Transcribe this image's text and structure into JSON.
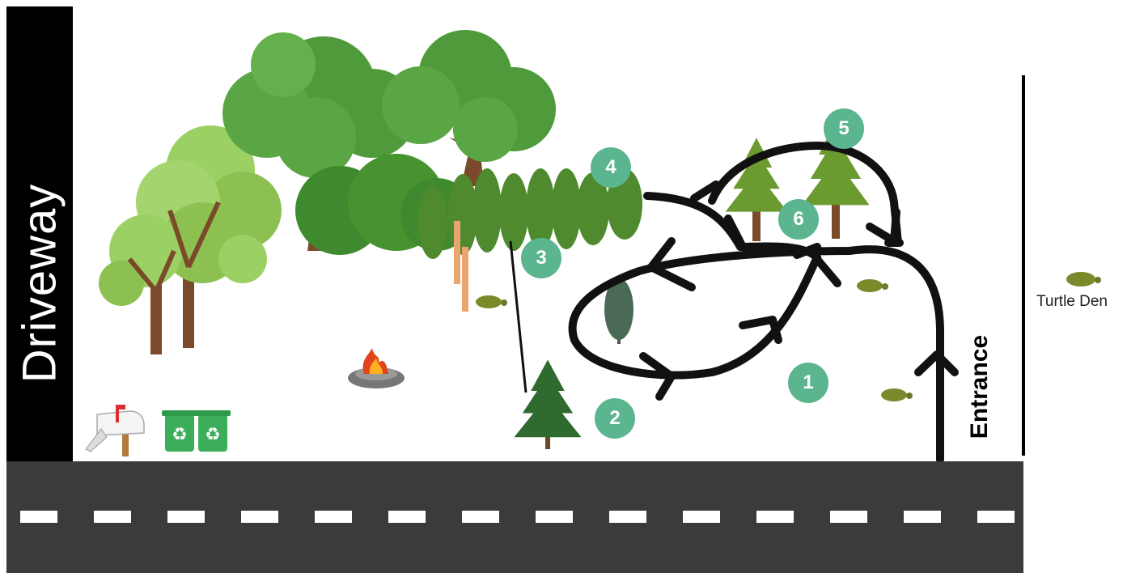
{
  "labels": {
    "driveway": "Driveway",
    "entrance": "Entrance",
    "turtle_den": "Turtle Den"
  },
  "markers": [
    "1",
    "2",
    "3",
    "4",
    "5",
    "6"
  ],
  "colors": {
    "road": "#3b3b3b",
    "marker": "#5bb58f",
    "path": "#111111",
    "tree_dark": "#4f8a2e",
    "tree_light": "#8cc152",
    "trunk": "#7a4a2a",
    "recycle_bin": "#3cae5a"
  },
  "icons": [
    "deciduous-tree-icon",
    "evergreen-tree-icon",
    "shrub-icon",
    "mailbox-icon",
    "recycle-bin-icon",
    "campfire-icon",
    "turtle-icon",
    "fence-post-icon"
  ]
}
